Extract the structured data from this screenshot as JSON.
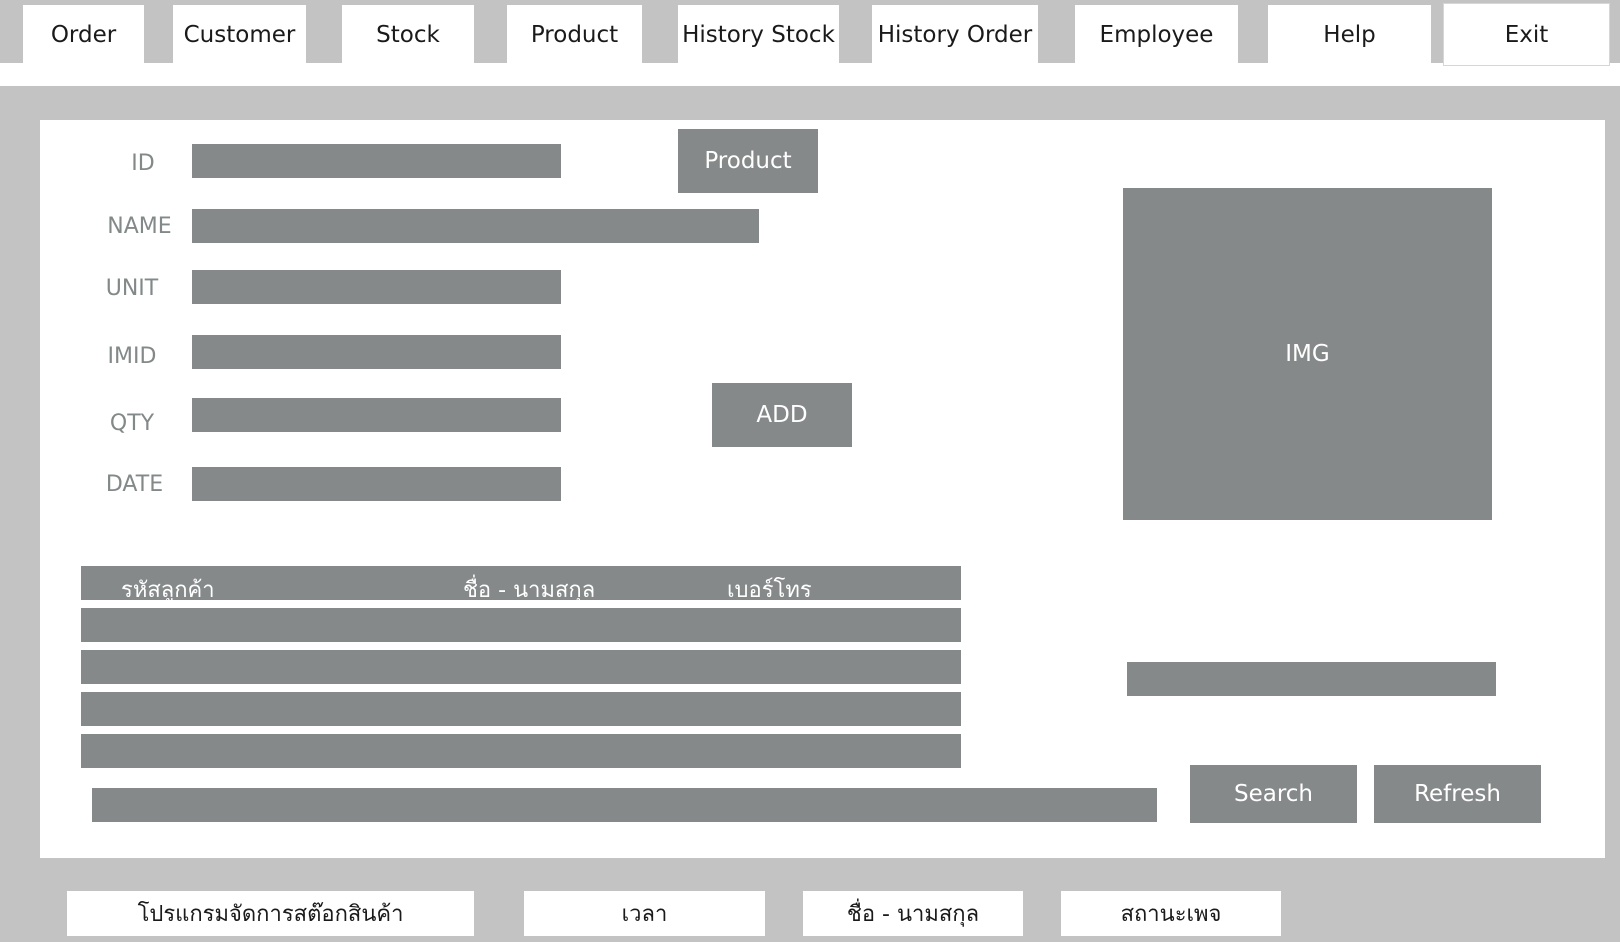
{
  "tabs": [
    {
      "label": "Order"
    },
    {
      "label": "Customer"
    },
    {
      "label": "Stock"
    },
    {
      "label": "Product"
    },
    {
      "label": "History Stock"
    },
    {
      "label": "History Order"
    },
    {
      "label": "Employee"
    },
    {
      "label": "Help"
    },
    {
      "label": "Exit"
    }
  ],
  "form": {
    "id_label": "ID",
    "name_label": "NAME",
    "unit_label": "UNIT",
    "imid_label": "IMID",
    "qty_label": "QTY",
    "date_label": "DATE"
  },
  "buttons": {
    "product": "Product",
    "add": "ADD",
    "search": "Search",
    "refresh": "Refresh"
  },
  "image_placeholder": "IMG",
  "table": {
    "headers": [
      "รหัสลูกค้า",
      "ชื่อ  - นามสกุล",
      "เบอร์โทร"
    ]
  },
  "statusbar": {
    "program": "โปรแกรมจัดการสต๊อกสินค้า",
    "time": "เวลา",
    "name": "ชื่อ - นามสกุล",
    "status": "สถานะเพจ"
  },
  "colors": {
    "background": "#c3c3c3",
    "field": "#858989",
    "panel": "#ffffff",
    "label": "#838888"
  }
}
